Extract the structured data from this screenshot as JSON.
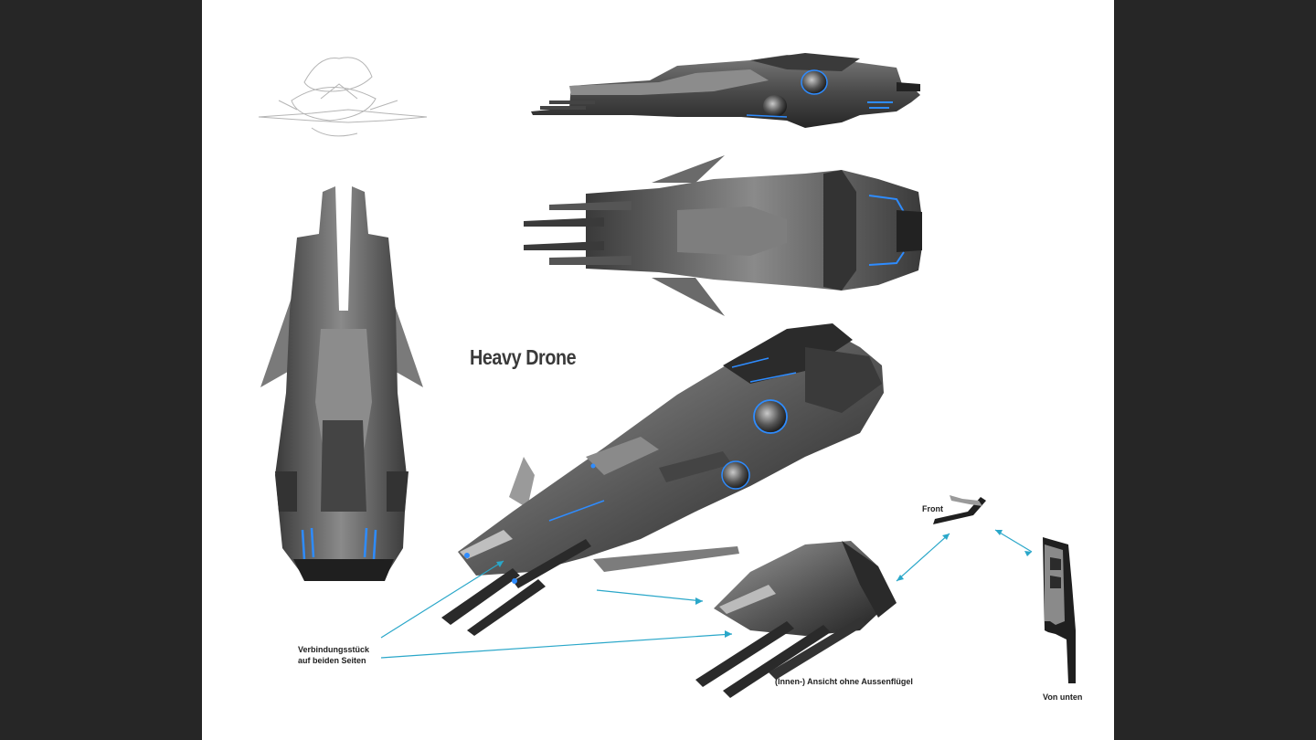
{
  "title": "Heavy Drone",
  "annotations": {
    "connector_line1": "Verbindungsstück",
    "connector_line2": "auf beiden Seiten",
    "inner_view": "(Innen-) Ansicht ohne Aussenflügel",
    "front": "Front",
    "bottom_view": "Von unten"
  },
  "colors": {
    "frame": "#262626",
    "sheet": "#ffffff",
    "hull_dark": "#2b2b2b",
    "hull_mid": "#5c5c5c",
    "hull_light": "#9a9a9a",
    "glow_blue": "#2e8cff",
    "leader_line": "#2aa7c9"
  }
}
